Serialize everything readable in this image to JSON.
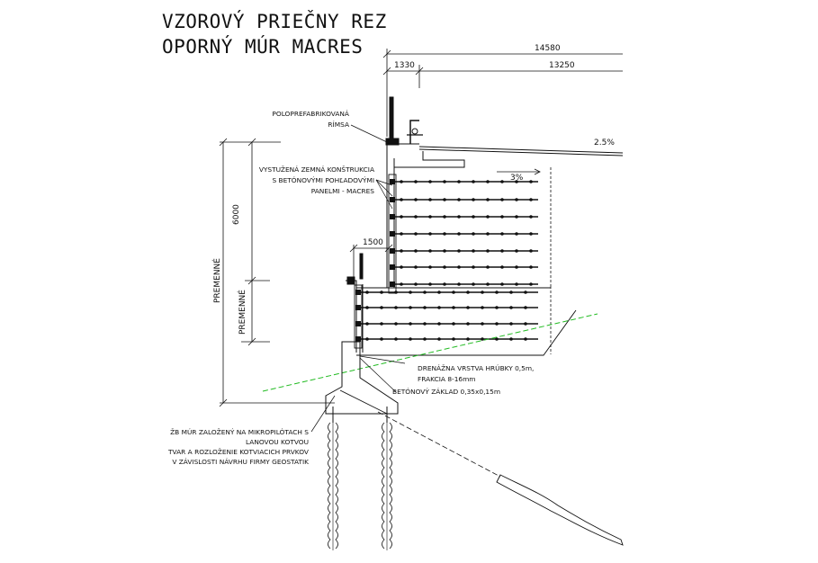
{
  "title": {
    "line1": "VZOROVÝ PRIEČNY REZ",
    "line2": "OPORNÝ MÚR MACRES"
  },
  "dimensions": {
    "total_width": "14580",
    "left_part": "1330",
    "right_part": "13250",
    "wall_height": "6000",
    "lower_step": "1500",
    "variable_outer": "PREMENNÉ",
    "variable_inner": "PREMENNÉ",
    "road_slope": "2.5%",
    "backfill_slope": "3%"
  },
  "labels": {
    "cornice_1": "POLOPREFABRIKOVANÁ",
    "cornice_2": "RÍMSA",
    "reinforced_1": "VYSTUŽENÁ ZEMNÁ KONŠTRUKCIA",
    "reinforced_2": "S BETÓNOVÝMI POHĽADOVÝMI",
    "reinforced_3": "PANELMI - MACRES",
    "drain_1": "DRENÁŽNA VRSTVA HRÚBKY 0,5m,",
    "drain_2": "FRAKCIA 8-16mm",
    "footing": "BETÓNOVÝ ZÁKLAD 0,35x0,15m",
    "pile_1": "ŽB MÚR ZALOŽENÝ NA MIKROPILÓTACH S",
    "pile_2": "LANOVOU KOTVOU",
    "pile_3": "TVAR A ROZLOŽENIE KOTVIACICH PRVKOV",
    "pile_4": "V ZÁVISLOSTI NÁVRHU FIRMY GEOSTATIK"
  },
  "colors": {
    "line": "#111111",
    "terrain": "#22bb22"
  }
}
